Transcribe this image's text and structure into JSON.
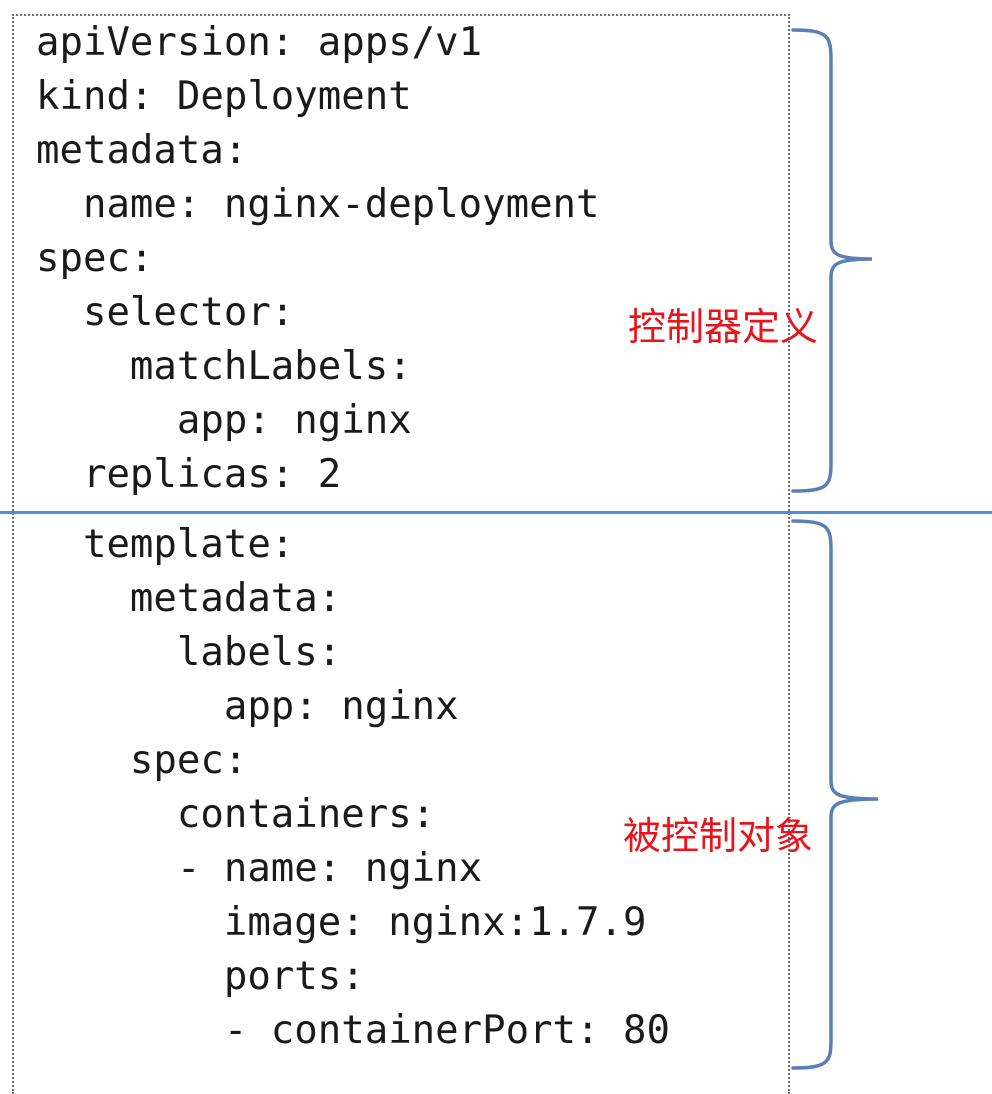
{
  "code_lines": [
    "apiVersion: apps/v1",
    "kind: Deployment",
    "metadata:",
    "  name: nginx-deployment",
    "spec:",
    "  selector:",
    "    matchLabels:",
    "      app: nginx",
    "  replicas: 2",
    "  template:",
    "    metadata:",
    "      labels:",
    "        app: nginx",
    "    spec:",
    "      containers:",
    "      - name: nginx",
    "        image: nginx:1.7.9",
    "        ports:",
    "        - containerPort: 80"
  ],
  "annotations": {
    "controller_definition": "控制器定义",
    "controlled_object": "被控制对象"
  },
  "colors": {
    "annotation_text": "#e8141c",
    "divider": "#4a90e2",
    "brace": "#5a7fb5",
    "code_text": "#1a1a1a"
  }
}
